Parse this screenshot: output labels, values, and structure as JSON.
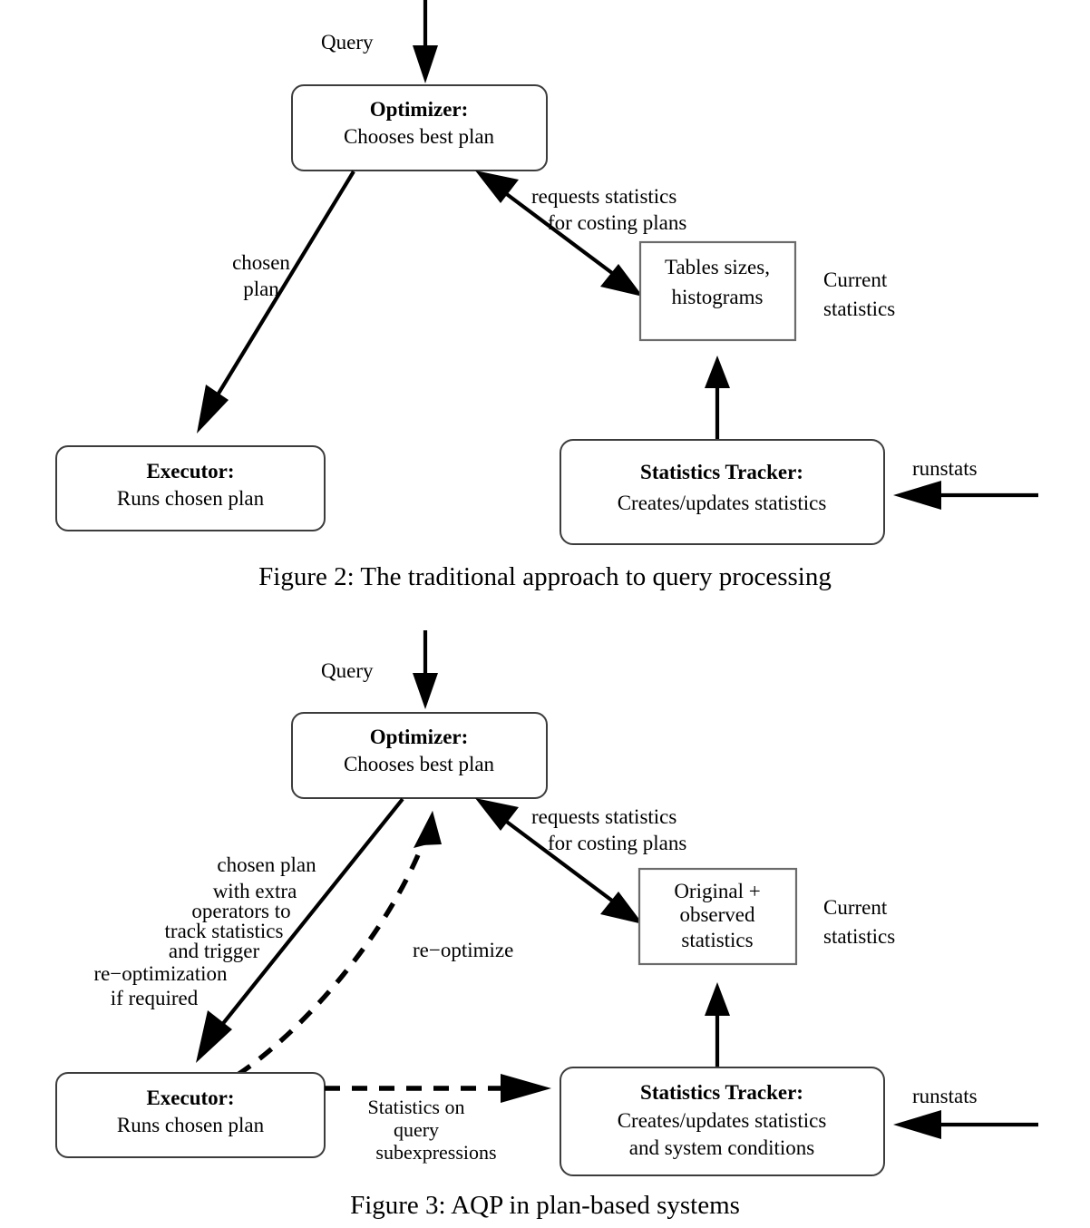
{
  "figures": [
    {
      "id": "figure-2",
      "caption": "Figure 2: The traditional approach to query processing",
      "nodes": {
        "optimizer": {
          "title": "Optimizer:",
          "body": "Chooses best plan"
        },
        "executor": {
          "title": "Executor:",
          "body": "Runs chosen plan"
        },
        "tracker": {
          "title": "Statistics Tracker:",
          "body": "Creates/updates statistics"
        },
        "store": {
          "line1": "Tables sizes,",
          "line2": "histograms"
        }
      },
      "labels": {
        "query": "Query",
        "chosen_plan_line1": "chosen",
        "chosen_plan_line2": "plan",
        "requests_line1": "requests statistics",
        "requests_line2": "for costing plans",
        "current_line1": "Current",
        "current_line2": "statistics",
        "runstats": "runstats"
      }
    },
    {
      "id": "figure-3",
      "caption": "Figure 3: AQP in plan-based systems",
      "nodes": {
        "optimizer": {
          "title": "Optimizer:",
          "body": "Chooses best plan"
        },
        "executor": {
          "title": "Executor:",
          "body": "Runs chosen plan"
        },
        "tracker": {
          "title": "Statistics Tracker:",
          "body1": "Creates/updates statistics",
          "body2": "and system conditions"
        },
        "store": {
          "line1": "Original +",
          "line2": "observed",
          "line3": "statistics"
        }
      },
      "labels": {
        "query": "Query",
        "chosen_plan_line1": "chosen plan",
        "chosen_plan_line2": "with extra",
        "chosen_plan_line3": "operators to",
        "chosen_plan_line4": "track statistics",
        "chosen_plan_line5": "and trigger",
        "chosen_plan_line6": "re−optimization",
        "chosen_plan_line7": "if required",
        "reoptimize": "re−optimize",
        "requests_line1": "requests statistics",
        "requests_line2": "for costing plans",
        "current_line1": "Current",
        "current_line2": "statistics",
        "stats_on_line1": "Statistics on",
        "stats_on_line2": "query",
        "stats_on_line3": "subexpressions",
        "runstats": "runstats"
      }
    }
  ],
  "colors": {
    "stroke": "#000000",
    "box_border": "#3c3c3c",
    "box_border_sharp": "#6b6b6b",
    "background": "#ffffff"
  }
}
